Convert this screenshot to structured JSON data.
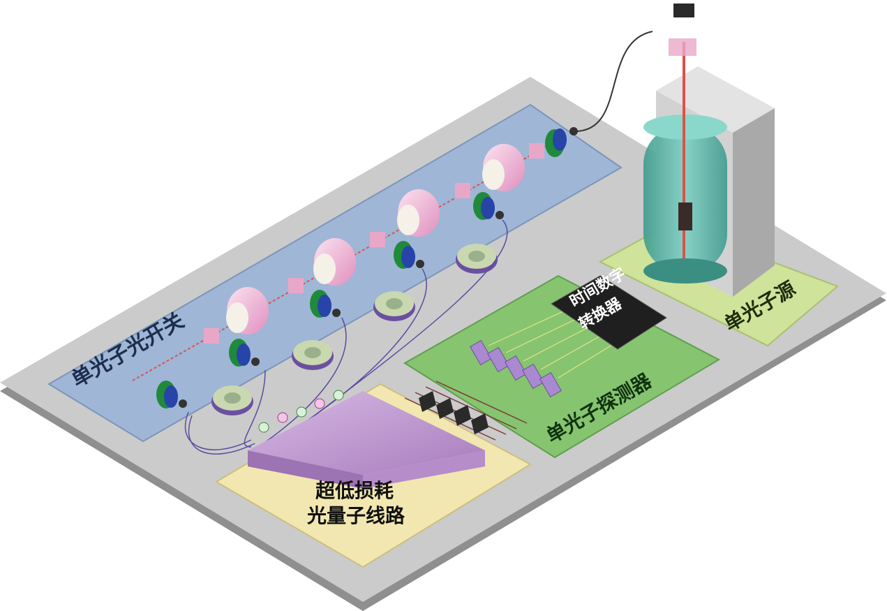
{
  "labels": {
    "single_photon_source": "单光子源",
    "single_photon_switch": "单光子光开关",
    "single_photon_detector": "单光子探测器",
    "tdc_line1": "时间数字",
    "tdc_line2": "转换器",
    "circuit_line1": "超低损耗",
    "circuit_line2": "光量子线路"
  },
  "colors": {
    "base_platform": "#c9c9c9",
    "switch_panel": "#9fb6d6",
    "source_panel": "#cfe39a",
    "detector_panel": "#7fbf6a",
    "circuit_panel": "#f2e7b0",
    "prism": "#c9a3d6",
    "lens": "#f0b8d8",
    "cryostat": "#5fb3a6"
  },
  "icons": {
    "cryostat": "cryostat-icon",
    "prism": "prism-icon",
    "chip": "chip-icon"
  }
}
